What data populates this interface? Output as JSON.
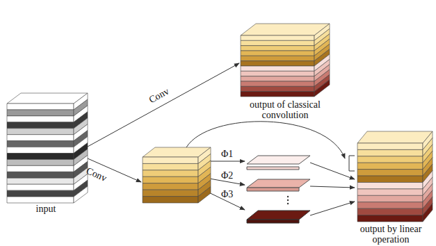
{
  "diagram": {
    "nodes": [
      {
        "text": [
          "input"
        ]
      },
      {
        "text": [
          "output of classical convolution"
        ]
      },
      {
        "text": [
          "output by linear operation"
        ]
      }
    ],
    "edges": [
      {
        "from": 0,
        "to": 1,
        "arrow": "to",
        "label": "Conv"
      }
    ],
    "labels": [
      "Conv",
      "Φ1",
      "Φ2",
      "Φ3"
    ]
  }
}
